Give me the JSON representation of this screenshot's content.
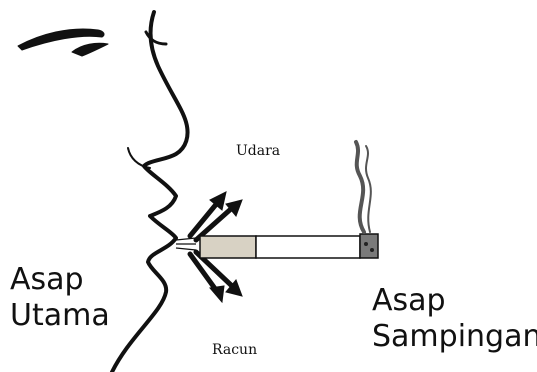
{
  "labels": {
    "udara": "Udara",
    "racun": "Racun",
    "asap_utama": [
      "Asap",
      "Utama"
    ],
    "asap_sampingan": [
      "Asap",
      "Sampingan"
    ]
  },
  "colors": {
    "ink": "#111111",
    "filter": "#d8d2c4",
    "ash": "#7a7a7a",
    "smoke": "#555555"
  }
}
